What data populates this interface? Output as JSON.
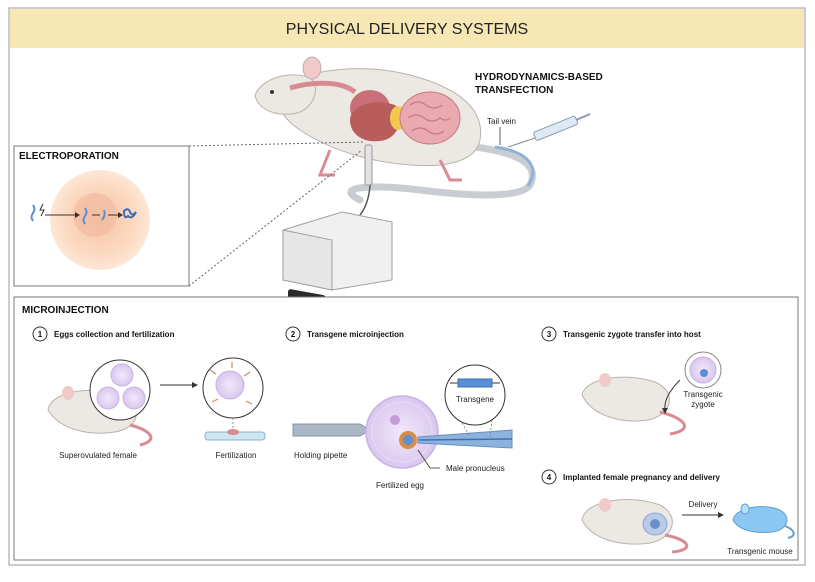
{
  "title": "PHYSICAL DELIVERY SYSTEMS",
  "hydro": {
    "title_line1": "HYDRODYNAMICS-BASED",
    "title_line2": "TRANSFECTION",
    "tail_vein": "Tail vein"
  },
  "electroporation": {
    "title": "ELECTROPORATION"
  },
  "microinjection": {
    "title": "MICROINJECTION",
    "steps": [
      {
        "number": "1",
        "label": "Eggs collection and fertilization"
      },
      {
        "number": "2",
        "label": "Transgene microinjection"
      },
      {
        "number": "3",
        "label": "Transgenic zygote transfer into host"
      },
      {
        "number": "4",
        "label": "Implanted female pregnancy and delivery"
      }
    ],
    "labels": {
      "superovulated": "Superovulated female",
      "fertilization": "Fertilization",
      "holding_pipette": "Holding pipette",
      "transgene": "Transgene",
      "male_pronucleus": "Male pronucleus",
      "fertilized_egg": "Fertilized egg",
      "transgenic_zygote_1": "Transgenic",
      "transgenic_zygote_2": "zygote",
      "delivery": "Delivery",
      "transgenic_mouse": "Transgenic mouse"
    }
  },
  "colors": {
    "title_bar": "#f6e7b5",
    "border": "#8c8c8c",
    "mouse_body": "#ece8e4",
    "mouse_pink": "#d98a92",
    "egg_peach": "#fbd9c1",
    "egg_purple": "#d9c7ee",
    "transgene_blue": "#5a8fd6",
    "pipette": "#a9b7c6",
    "blue_mouse": "#8bc7f2"
  }
}
